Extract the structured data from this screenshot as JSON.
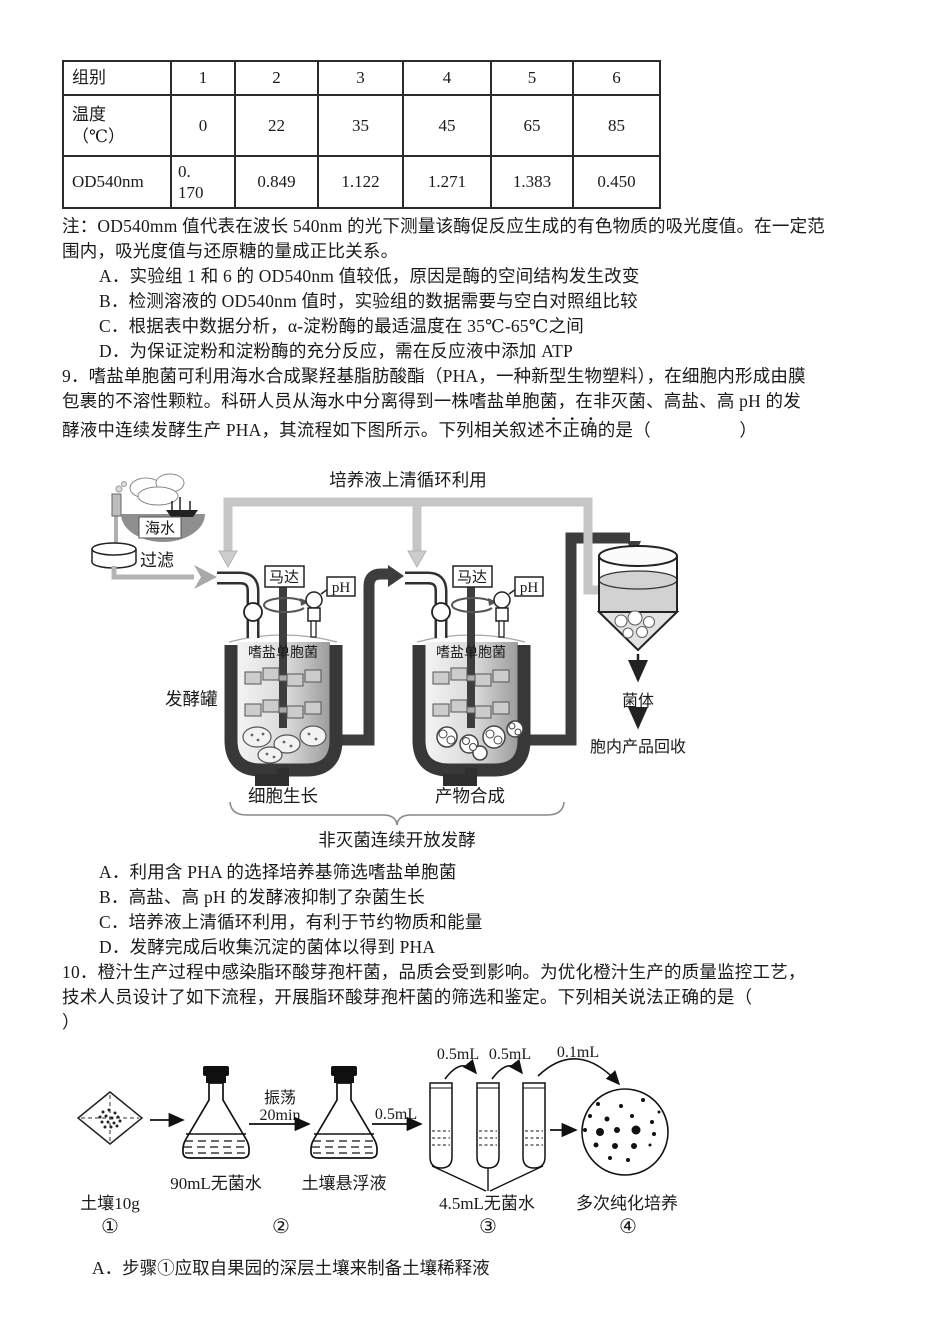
{
  "table": {
    "rows": [
      [
        "组别",
        "1",
        "2",
        "3",
        "4",
        "5",
        "6"
      ],
      [
        "温度\n（℃）",
        "0",
        "22",
        "35",
        "45",
        "65",
        "85"
      ],
      [
        "OD540nm",
        "0.\n170",
        "0.849",
        "1.122",
        "1.271",
        "1.383",
        "0.450"
      ]
    ]
  },
  "note": {
    "l1": "注：OD540mm 值代表在波长 540nm 的光下测量该酶促反应生成的有色物质的吸光度值。在一定范",
    "l2": "围内，吸光度值与还原糖的量成正比关系。"
  },
  "q8_options": {
    "a": "A．实验组 1 和 6 的 OD540nm 值较低，原因是酶的空间结构发生改变",
    "b": "B．检测溶液的 OD540nm 值时，实验组的数据需要与空白对照组比较",
    "c": "C．根据表中数据分析，α-淀粉酶的最适温度在 35℃-65℃之间",
    "d": "D．为保证淀粉和淀粉酶的充分反应，需在反应液中添加 ATP"
  },
  "q9": {
    "stem1": "9．嗜盐单胞菌可利用海水合成聚羟基脂肪酸酯（PHA，一种新型生物塑料），在细胞内形成由膜",
    "stem2": "包裹的不溶性颗粒。科研人员从海水中分离得到一株嗜盐单胞菌，在非灭菌、高盐、高 pH 的发",
    "stem3_pre": "酵液中连续发酵生产 PHA，其流程如下图所示。下列相关叙述",
    "stem3_emph": "不正确",
    "stem3_post": "的是（　　　　　）",
    "options": {
      "a": "A．利用含 PHA 的选择培养基筛选嗜盐单胞菌",
      "b": "B．高盐、高 pH 的发酵液抑制了杂菌生长",
      "c": "C．培养液上清循环利用，有利于节约物质和能量",
      "d": "D．发酵完成后收集沉淀的菌体以得到 PHA"
    },
    "diagram": {
      "title": "培养液上清循环利用",
      "sea": "海水",
      "filter": "过滤",
      "motor": "马达",
      "ph": "pH",
      "strain": "嗜盐单胞菌",
      "fermenter": "发酵罐",
      "cell_growth": "细胞生长",
      "product_synthesis": "产物合成",
      "open_fermentation": "非灭菌连续开放发酵",
      "biomass": "菌体",
      "recovery": "胞内产品回收"
    }
  },
  "q10": {
    "stem1": "10．橙汁生产过程中感染脂环酸芽孢杆菌，品质会受到影响。为优化橙汁生产的质量监控工艺，",
    "stem2": "技术人员设计了如下流程，开展脂环酸芽孢杆菌的筛选和鉴定。下列相关说法正确的是（",
    "stem3": "）",
    "option_a": "A．步骤①应取自果园的深层土壤来制备土壤稀释液",
    "diagram": {
      "soil": "土壤10g",
      "step1": "①",
      "water": "90mL无菌水",
      "step2": "②",
      "shake": "振荡",
      "shake_time": "20min",
      "suspension": "土壤悬浮液",
      "v1": "0.5mL",
      "v2": "0.5mL",
      "v3": "0.5mL",
      "v4": "0.1mL",
      "diluent": "4.5mL无菌水",
      "step3": "③",
      "purify": "多次纯化培养",
      "step4": "④"
    }
  }
}
